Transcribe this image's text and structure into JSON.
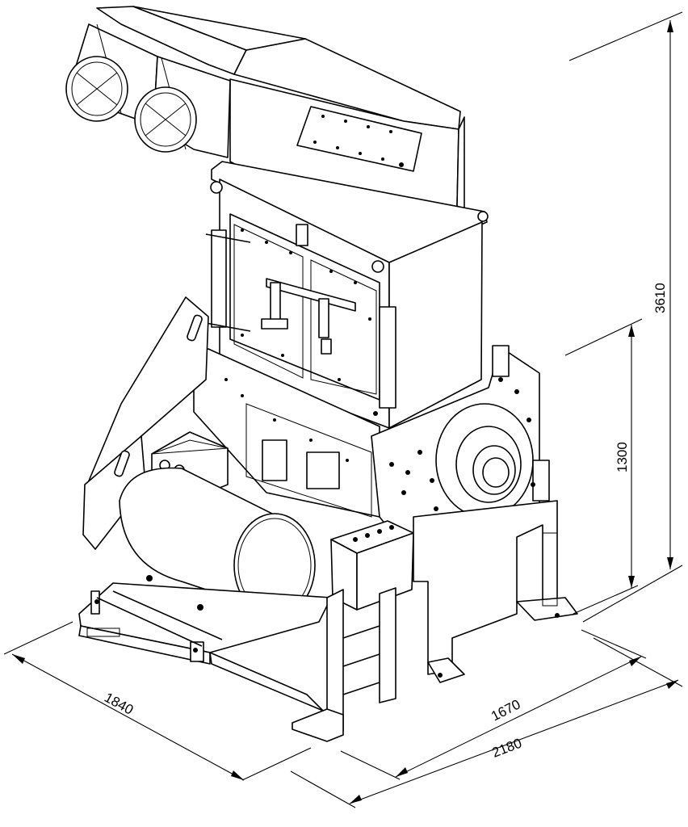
{
  "drawing": {
    "dimensions": {
      "overall_height": "3610",
      "machine_height": "1300",
      "width": "1840",
      "depth_main": "1670",
      "depth_overall": "2180"
    }
  }
}
